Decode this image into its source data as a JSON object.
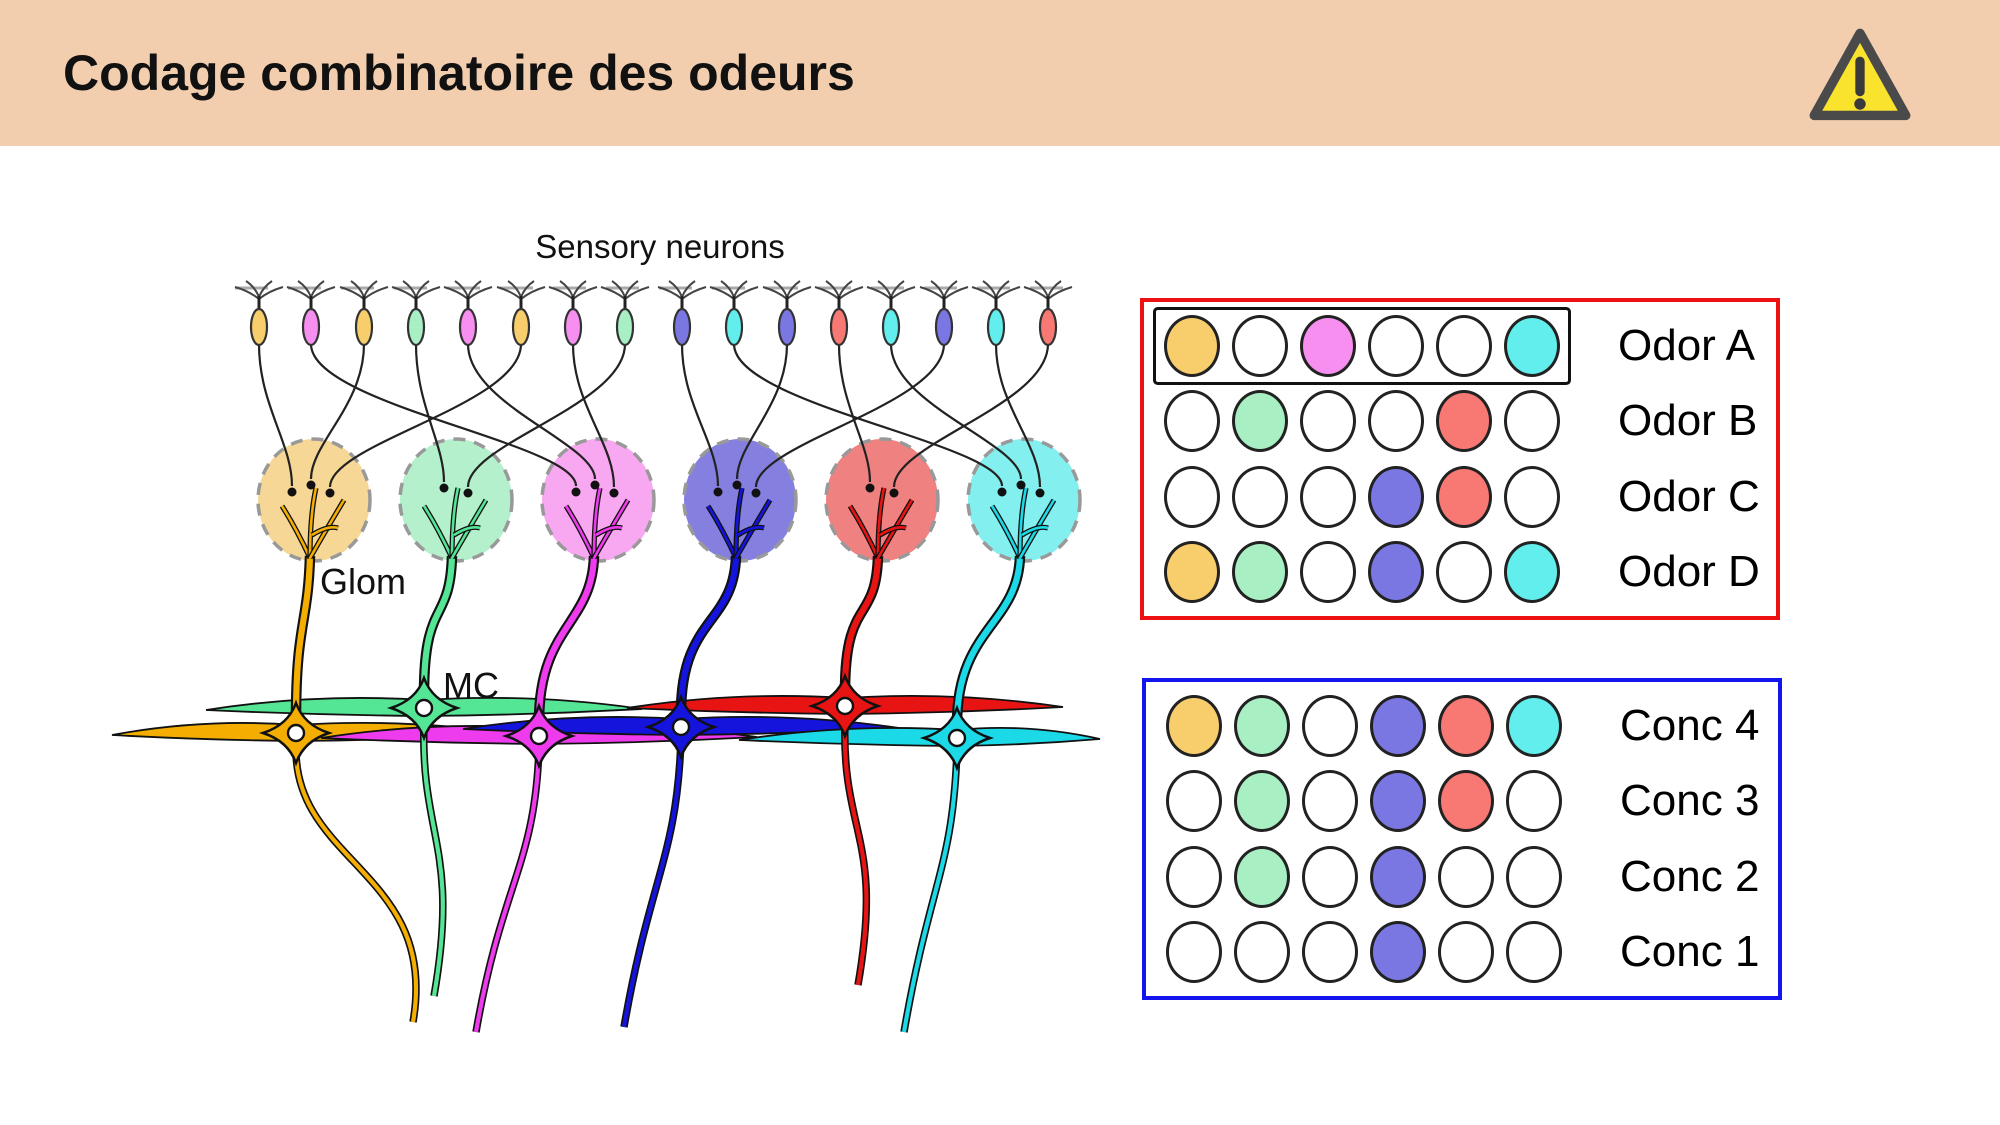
{
  "header": {
    "title": "Codage combinatoire des odeurs",
    "background_color": "#F2CEAE",
    "warning_icon": {
      "shape": "warning-triangle",
      "fill": "#FAE32D",
      "stroke": "#4A4A4A"
    }
  },
  "palette": {
    "yellow": "#F8CD6B",
    "green": "#A9EFC4",
    "magenta": "#F78FF0",
    "purple": "#7B77E2",
    "red": "#F87873",
    "cyan": "#63EEEE",
    "white": "#FFFFFF"
  },
  "diagram": {
    "labels": {
      "sensory": "Sensory neurons",
      "glom": "Glom",
      "mc": "MC"
    },
    "glom_palette": {
      "yellow": "#F7D795",
      "green": "#B3F0CB",
      "magenta": "#F8A7F1",
      "purple": "#8580E0",
      "red": "#F08181",
      "cyan": "#84EFEF"
    },
    "mc_palette": {
      "yellow": "#F3AE01",
      "green": "#55E695",
      "magenta": "#EE3BEE",
      "blue": "#1414DD",
      "red": "#E81414",
      "cyan": "#1CD9E8"
    },
    "sensory_neurons": [
      {
        "color": "yellow",
        "glom": 0
      },
      {
        "color": "magenta",
        "glom": 2
      },
      {
        "color": "yellow",
        "glom": 0
      },
      {
        "color": "green",
        "glom": 1
      },
      {
        "color": "magenta",
        "glom": 2
      },
      {
        "color": "yellow",
        "glom": 0
      },
      {
        "color": "magenta",
        "glom": 2
      },
      {
        "color": "green",
        "glom": 1
      },
      {
        "color": "purple",
        "glom": 3
      },
      {
        "color": "cyan",
        "glom": 5
      },
      {
        "color": "purple",
        "glom": 3
      },
      {
        "color": "red",
        "glom": 4
      },
      {
        "color": "cyan",
        "glom": 5
      },
      {
        "color": "purple",
        "glom": 3
      },
      {
        "color": "cyan",
        "glom": 5
      },
      {
        "color": "red",
        "glom": 4
      }
    ],
    "glomeruli": [
      "yellow",
      "green",
      "magenta",
      "purple",
      "red",
      "cyan"
    ],
    "mitral_cells": [
      "yellow",
      "green",
      "magenta",
      "blue",
      "red",
      "cyan"
    ]
  },
  "odor_panel": {
    "border_color": "#EE1111",
    "highlighted_row": 0,
    "rows": [
      {
        "label": "Odor A",
        "cells": [
          "yellow",
          "white",
          "magenta",
          "white",
          "white",
          "cyan"
        ]
      },
      {
        "label": "Odor B",
        "cells": [
          "white",
          "green",
          "white",
          "white",
          "red",
          "white"
        ]
      },
      {
        "label": "Odor C",
        "cells": [
          "white",
          "white",
          "white",
          "purple",
          "red",
          "white"
        ]
      },
      {
        "label": "Odor D",
        "cells": [
          "yellow",
          "green",
          "white",
          "purple",
          "white",
          "cyan"
        ]
      }
    ]
  },
  "conc_panel": {
    "border_color": "#1414EE",
    "highlighted_row": null,
    "rows": [
      {
        "label": "Conc 4",
        "cells": [
          "yellow",
          "green",
          "white",
          "purple",
          "red",
          "cyan"
        ]
      },
      {
        "label": "Conc 3",
        "cells": [
          "white",
          "green",
          "white",
          "purple",
          "red",
          "white"
        ]
      },
      {
        "label": "Conc 2",
        "cells": [
          "white",
          "green",
          "white",
          "purple",
          "white",
          "white"
        ]
      },
      {
        "label": "Conc 1",
        "cells": [
          "white",
          "white",
          "white",
          "purple",
          "white",
          "white"
        ]
      }
    ]
  }
}
